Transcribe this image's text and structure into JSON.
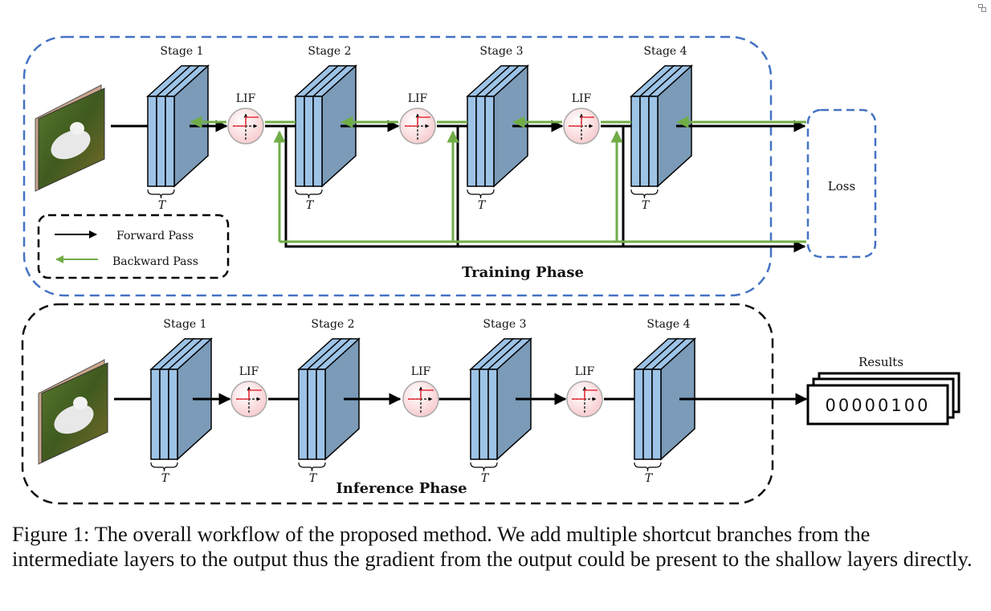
{
  "training": {
    "title": "Training Phase",
    "stages": [
      "Stage 1",
      "Stage 2",
      "Stage 3",
      "Stage 4"
    ],
    "activation_label": "LIF",
    "time_label": "T",
    "loss_label": "Loss",
    "legend": {
      "forward": "Forward Pass",
      "backward": "Backward Pass"
    }
  },
  "inference": {
    "title": "Inference Phase",
    "stages": [
      "Stage 1",
      "Stage 2",
      "Stage 3",
      "Stage 4"
    ],
    "activation_label": "LIF",
    "time_label": "T",
    "results_label": "Results",
    "results_value": "00000100"
  },
  "colors": {
    "training_border": "#4472c4",
    "inference_border": "#111111",
    "forward_arrow": "#000000",
    "backward_arrow": "#70ad47",
    "block_front": "#9dc3e6",
    "block_side": "#7b9bb8",
    "lif_fill": "#fbe0e0",
    "lif_step": "#e8323c"
  },
  "caption": "Figure 1: The overall workflow of the proposed method. We add multiple shortcut branches from the intermediate layers to the output thus the gradient from the output could be present to the shallow layers directly."
}
